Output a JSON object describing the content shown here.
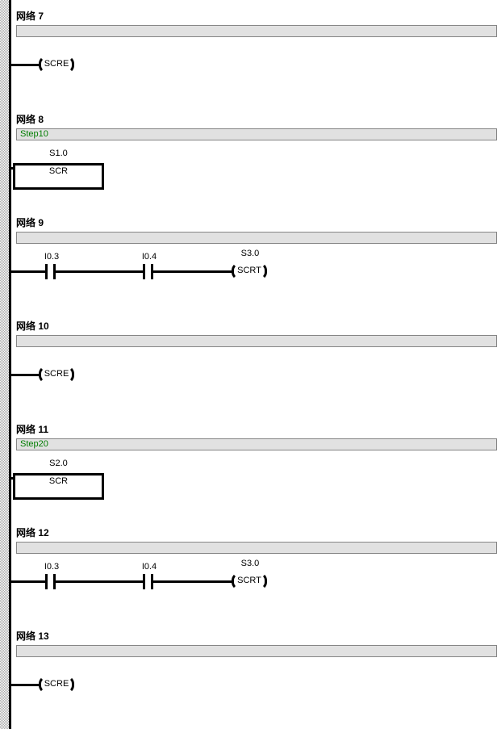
{
  "window": {
    "title": "Ladder Logic Editor",
    "background": "#ffffff",
    "rail_color": "#000000",
    "comment_bar_color": "#e1e1e1",
    "comment_bar_border": "#868686",
    "comment_text_color": "#007d00"
  },
  "networks": [
    {
      "label": "网络 7",
      "comment": "",
      "rung": {
        "type": "coil-only",
        "coil": {
          "text": "SCRE",
          "operand": ""
        }
      }
    },
    {
      "label": "网络 8",
      "comment": "Step10",
      "rung": {
        "type": "scr-box",
        "box": {
          "text": "SCR",
          "operand": "S1.0"
        }
      }
    },
    {
      "label": "网络 9",
      "comment": "",
      "rung": {
        "type": "contacts-coil",
        "contacts": [
          {
            "operand": "I0.3",
            "kind": "normally-open"
          },
          {
            "operand": "I0.4",
            "kind": "normally-open"
          }
        ],
        "coil": {
          "text": "SCRT",
          "operand": "S3.0"
        }
      }
    },
    {
      "label": "网络 10",
      "comment": "",
      "rung": {
        "type": "coil-only",
        "coil": {
          "text": "SCRE",
          "operand": ""
        }
      }
    },
    {
      "label": "网络 11",
      "comment": "Step20",
      "rung": {
        "type": "scr-box",
        "box": {
          "text": "SCR",
          "operand": "S2.0"
        }
      }
    },
    {
      "label": "网络 12",
      "comment": "",
      "rung": {
        "type": "contacts-coil",
        "contacts": [
          {
            "operand": "I0.3",
            "kind": "normally-open"
          },
          {
            "operand": "I0.4",
            "kind": "normally-open"
          }
        ],
        "coil": {
          "text": "SCRT",
          "operand": "S3.0"
        }
      }
    },
    {
      "label": "网络 13",
      "comment": "",
      "rung": {
        "type": "coil-only",
        "coil": {
          "text": "SCRE",
          "operand": ""
        }
      }
    }
  ]
}
